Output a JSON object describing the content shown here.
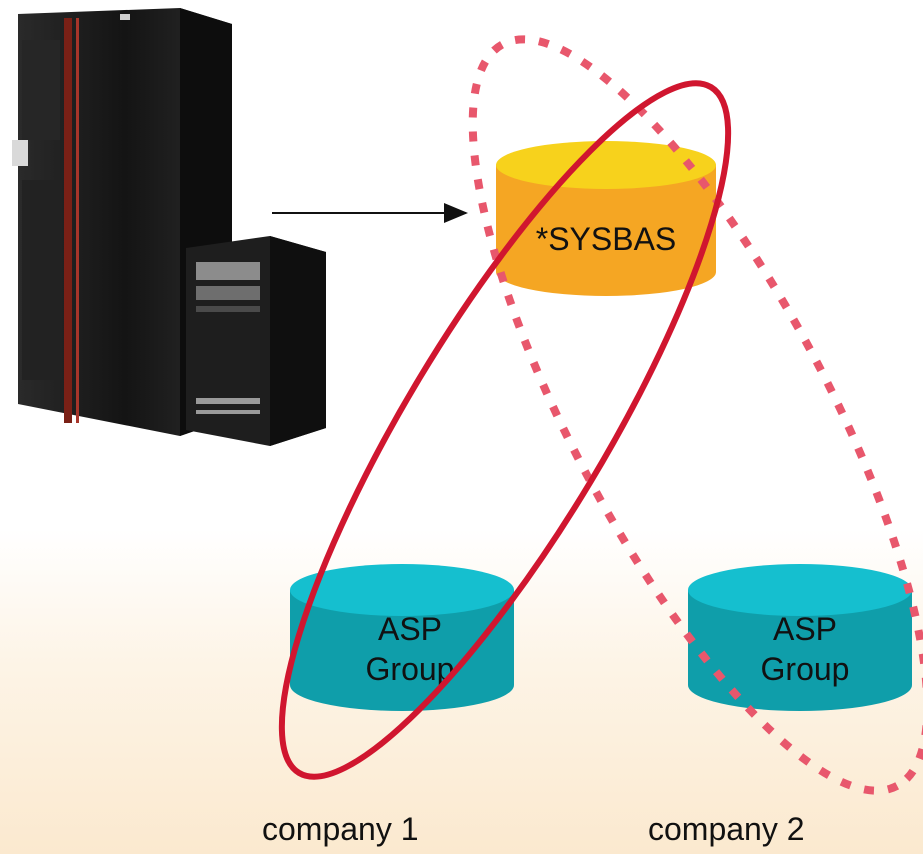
{
  "system_base": {
    "label": "*SYSBAS"
  },
  "asp_groups": [
    {
      "line1": "ASP",
      "line2": "Group"
    },
    {
      "line1": "ASP",
      "line2": "Group"
    }
  ],
  "companies": [
    {
      "label": "company 1"
    },
    {
      "label": "company 2"
    }
  ],
  "colors": {
    "sysbas_top": "#f7d21c",
    "sysbas_body": "#f5a623",
    "asp_top": "#15bfcf",
    "asp_body": "#0f9eaa",
    "company1_outline": "#d0162f",
    "company2_outline": "#e8576c"
  }
}
